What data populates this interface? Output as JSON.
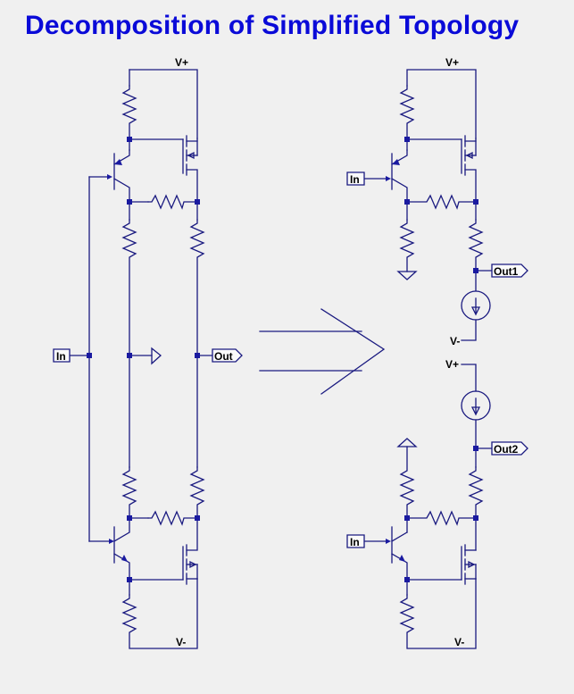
{
  "title": "Decomposition of Simplified Topology",
  "left_circuit": {
    "supply_top": "V+",
    "supply_bottom": "V-",
    "input_port": "In",
    "output_port": "Out"
  },
  "top_circuit": {
    "supply_top": "V+",
    "supply_bottom": "V-",
    "input_port": "In",
    "output_port": "Out1"
  },
  "bottom_circuit": {
    "supply_top": "V+",
    "supply_bottom": "V-",
    "input_port": "In",
    "output_port": "Out2"
  },
  "colors": {
    "title": "#0a0ad8",
    "wire": "#1a1a80",
    "background": "#f0f0f0"
  }
}
